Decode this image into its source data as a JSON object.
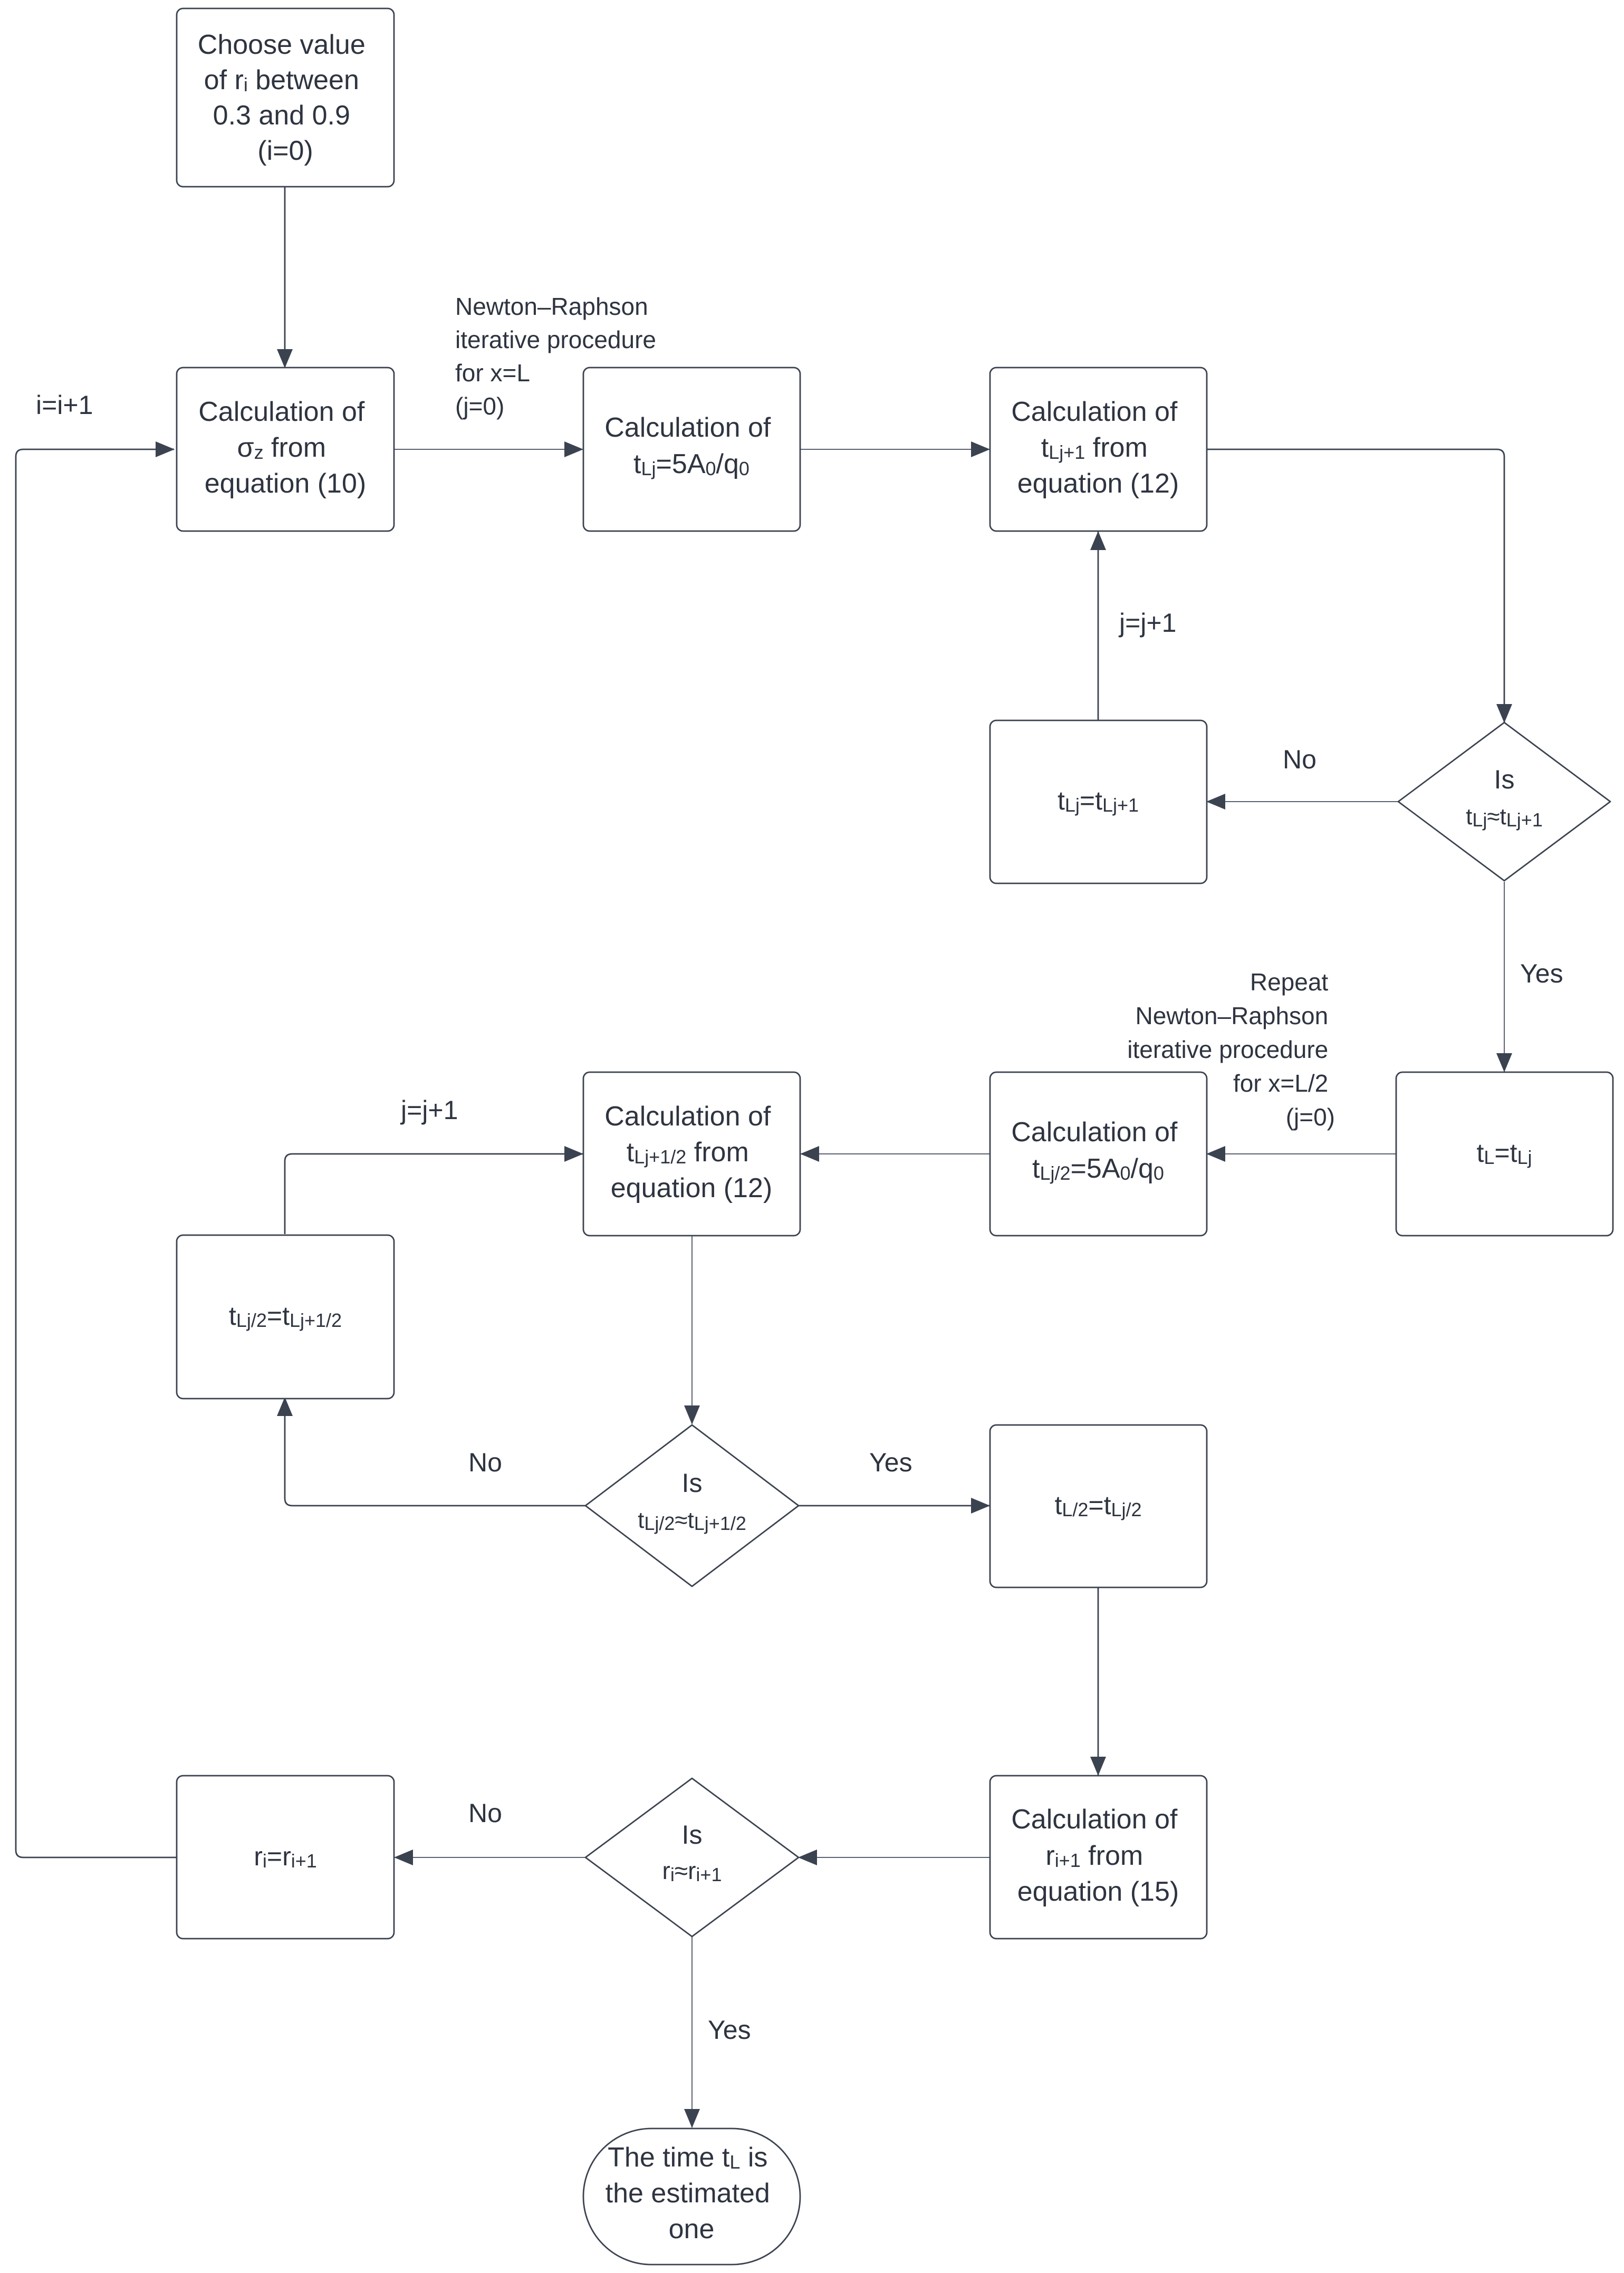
{
  "diagram": {
    "start": {
      "line1": "Choose value",
      "line2_pre": "of r",
      "line2_sub": "i",
      "line2_post": " between",
      "line3": "0.3 and 0.9",
      "line4": "(i=0)"
    },
    "calc_sigma": {
      "line1": "Calculation of",
      "line2_pre": "σ",
      "line2_sub": "z",
      "line2_post": " from",
      "line3": "equation (10)"
    },
    "calc_tlj": {
      "line1": "Calculation of",
      "line2_a": "t",
      "line2_sub1": "Lj",
      "line2_b": "=5A",
      "line2_sub2": "0",
      "line2_c": "/q",
      "line2_sub3": "0"
    },
    "calc_tlj1": {
      "line1": "Calculation of",
      "line2_a": "t",
      "line2_sub": "Lj+1",
      "line2_b": " from",
      "line3": "equation (12)"
    },
    "decision_tl": {
      "line1": "Is",
      "line2_a": "t",
      "line2_sub1": "Lj",
      "line2_b": "≈t",
      "line2_sub2": "Lj+1"
    },
    "assign_tlj": {
      "a": "t",
      "sub1": "Lj",
      "b": "=t",
      "sub2": "Lj+1"
    },
    "assign_tl": {
      "a": "t",
      "sub1": "L",
      "b": "=t",
      "sub2": "Lj"
    },
    "calc_tlj2": {
      "line1": "Calculation of",
      "line2_a": "t",
      "line2_sub1": "Lj/2",
      "line2_b": "=5A",
      "line2_sub2": "0",
      "line2_c": "/q",
      "line2_sub3": "0"
    },
    "calc_tlj12": {
      "line1": "Calculation of",
      "line2_a": "t",
      "line2_sub": "Lj+1/2",
      "line2_b": " from",
      "line3": "equation (12)"
    },
    "assign_tlj2": {
      "a": "t",
      "sub1": "Lj/2",
      "b": "=t",
      "sub2": "Lj+1/2"
    },
    "decision_tl2": {
      "line1": "Is",
      "line2_a": "t",
      "line2_sub1": "Lj/2",
      "line2_b": "≈t",
      "line2_sub2": "Lj+1/2"
    },
    "assign_tl2": {
      "a": "t",
      "sub1": "L/2",
      "b": "=t",
      "sub2": "Lj/2"
    },
    "calc_ri1": {
      "line1": "Calculation of",
      "line2_a": "r",
      "line2_sub": "i+1",
      "line2_b": " from",
      "line3": "equation (15)"
    },
    "decision_r": {
      "line1": "Is",
      "line2_a": "r",
      "line2_sub1": "i",
      "line2_b": "≈r",
      "line2_sub2": "i+1"
    },
    "assign_r": {
      "a": "r",
      "sub1": "i",
      "b": "=r",
      "sub2": "i+1"
    },
    "end": {
      "line1_pre": "The time t",
      "line1_sub": "L",
      "line1_post": " is",
      "line2": "the estimated",
      "line3": "one"
    },
    "labels": {
      "i_loop": "i=i+1",
      "newton1": [
        "Newton–Raphson",
        "iterative procedure",
        "for x=L",
        "(j=0)"
      ],
      "newton2": [
        "Repeat",
        "Newton–Raphson",
        "iterative procedure",
        "for x=L/2",
        "(j=0)"
      ],
      "j_loop1": "j=j+1",
      "j_loop2": "j=j+1",
      "no1": "No",
      "yes1": "Yes",
      "no2": "No",
      "yes2": "Yes",
      "no3": "No",
      "yes3": "Yes"
    },
    "colors": {
      "line": "#3b4250",
      "text": "#2e3440",
      "background": "#ffffff"
    }
  }
}
